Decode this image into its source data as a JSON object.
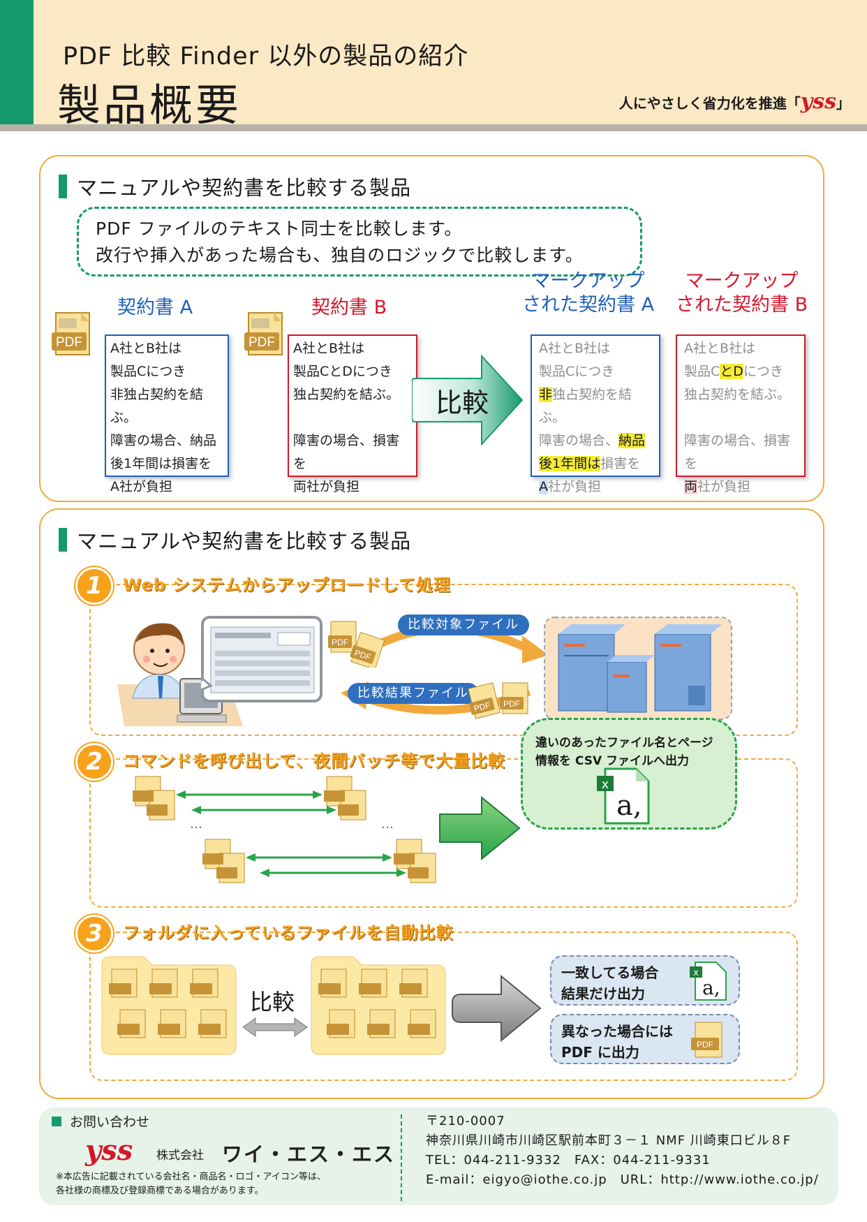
{
  "header": {
    "subtitle": "PDF 比較 Finder 以外の製品の紹介",
    "title": "製品概要",
    "slogan_pre": "人にやさしく省力化を推進「",
    "slogan_logo": "yss",
    "slogan_post": "」"
  },
  "section1": {
    "heading": "マニュアルや契約書を比較する製品",
    "note_line1": "PDF ファイルのテキスト同士を比較します。",
    "note_line2": "改行や挿入があった場合も、独自のロジックで比較します。",
    "pdf_label": "PDF",
    "compare_label": "比較",
    "docA": {
      "title": "契約書 A",
      "lines": [
        "A社とB社は",
        "製品Cにつき",
        "非独占契約を結ぶ。",
        "障害の場合、納品",
        "後1年間は損害を",
        "A社が負担"
      ]
    },
    "docB": {
      "title": "契約書 B",
      "lines": [
        "A社とB社は",
        "製品CとDにつき",
        "独占契約を結ぶ。",
        "",
        "障害の場合、損害を",
        "両社が負担"
      ]
    },
    "markupA": {
      "title_line1": "マークアップ",
      "title_line2": "された契約書 A",
      "l1": "A社とB社は",
      "l2": "製品Cにつき",
      "l3_hl": "非",
      "l3_rest": "独占契約を結ぶ。",
      "l4_pre": "障害の場合、",
      "l4_hl": "納品",
      "l5_hl": "後1年間は",
      "l5_rest": "損害を",
      "l6_hl": "A",
      "l6_rest": "社が負担"
    },
    "markupB": {
      "title_line1": "マークアップ",
      "title_line2": "された契約書 B",
      "l1": "A社とB社は",
      "l2_pre": "製品C",
      "l2_hl": "とD",
      "l2_rest": "につき",
      "l3": "独占契約を結ぶ。",
      "l5": "障害の場合、損害を",
      "l6_hl": "両",
      "l6_rest": "社が負担"
    }
  },
  "section2": {
    "heading": "マニュアルや契約書を比較する製品",
    "step1": {
      "num": "1",
      "title": "Web システムからアップロードして処理",
      "upload_label": "比較対象ファイル",
      "download_label": "比較結果ファイル"
    },
    "step2": {
      "num": "2",
      "title": "コマンドを呼び出して、夜間バッチ等で大量比較",
      "ellipsis": "…",
      "output_line1": "違いのあったファイル名とページ",
      "output_line2": "情報を CSV ファイルへ出力",
      "csv_glyph": "a,"
    },
    "step3": {
      "num": "3",
      "title": "フォルダに入っているファイルを自動比較",
      "compare_label": "比較",
      "match_line1": "一致してる場合",
      "match_line2": "結果だけ出力",
      "diff_line1": "異なった場合には",
      "diff_line2": "PDF に出力",
      "csv_glyph": "a,"
    }
  },
  "footer": {
    "contact_head": "お問い合わせ",
    "logo": "yss",
    "company_pre": "株式会社",
    "company": "ワイ・エス・エス",
    "disclaimer_line1": "※本広告に記載されている会社名・商品名・ロゴ・アイコン等は、",
    "disclaimer_line2": "各社様の商標及び登録商標である場合があります。",
    "postal": "〒210-0007",
    "address": "神奈川県川崎市川崎区駅前本町３－１ NMF 川崎東口ビル８F",
    "phone": "TEL：044-211-9332　FAX：044-211-9331",
    "web": "E-mail：eigyo@iothe.co.jp　URL：http://www.iothe.co.jp/"
  },
  "colors": {
    "accent_green": "#16996f",
    "header_bg": "#fbe8c4",
    "panel_border": "#f2a93b",
    "doc_blue": "#1f5fb8",
    "doc_red": "#d3172a",
    "highlight": "#f4ec34"
  },
  "icons": [
    "pdf-file-icon",
    "compare-arrow-icon",
    "person-at-computer-icon",
    "browser-window-icon",
    "server-icon",
    "excel-csv-icon",
    "folder-icon",
    "double-arrow-icon",
    "right-arrow-icon"
  ]
}
